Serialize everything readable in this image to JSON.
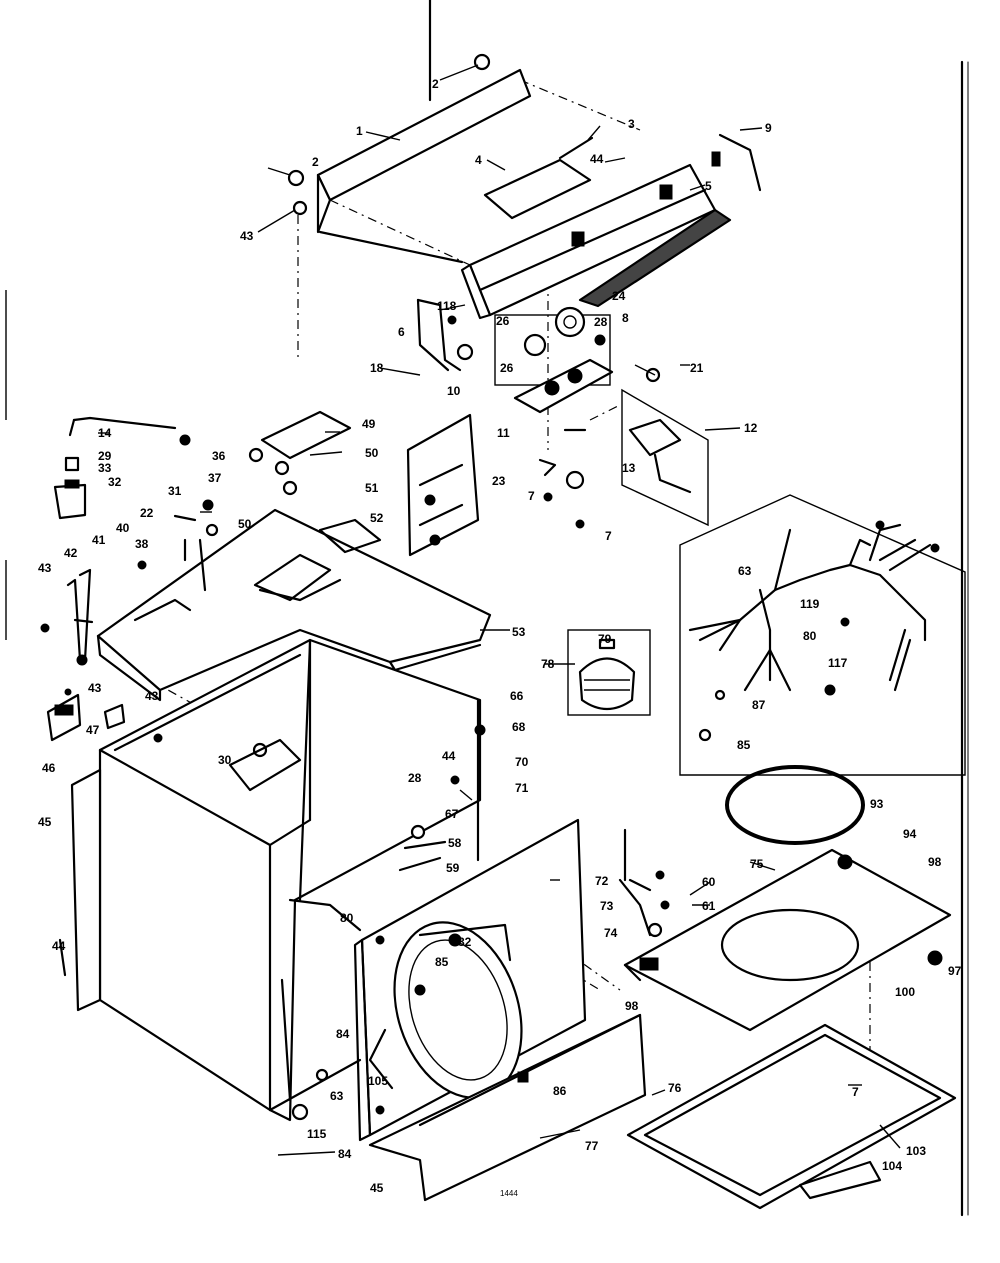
{
  "diagram": {
    "part_numbers": [
      "1",
      "2",
      "2",
      "43",
      "3",
      "4",
      "44",
      "5",
      "9",
      "6",
      "118",
      "18",
      "10",
      "26",
      "8",
      "28",
      "26",
      "24",
      "21",
      "11",
      "23",
      "7",
      "13",
      "7",
      "12",
      "14",
      "29",
      "33",
      "32",
      "36",
      "37",
      "31",
      "22",
      "50",
      "49",
      "50",
      "51",
      "52",
      "38",
      "43",
      "42",
      "41",
      "40",
      "53",
      "63",
      "119",
      "80",
      "117",
      "87",
      "85",
      "78",
      "79",
      "43",
      "43",
      "47",
      "46",
      "66",
      "68",
      "44",
      "28",
      "70",
      "71",
      "93",
      "67",
      "58",
      "59",
      "72",
      "60",
      "73",
      "61",
      "74",
      "94",
      "98",
      "75",
      "97",
      "100",
      "45",
      "44",
      "30",
      "80",
      "82",
      "85",
      "84",
      "105",
      "63",
      "115",
      "84",
      "45",
      "77",
      "86",
      "98",
      "76",
      "7",
      "103",
      "104"
    ],
    "stamp": "1444"
  }
}
